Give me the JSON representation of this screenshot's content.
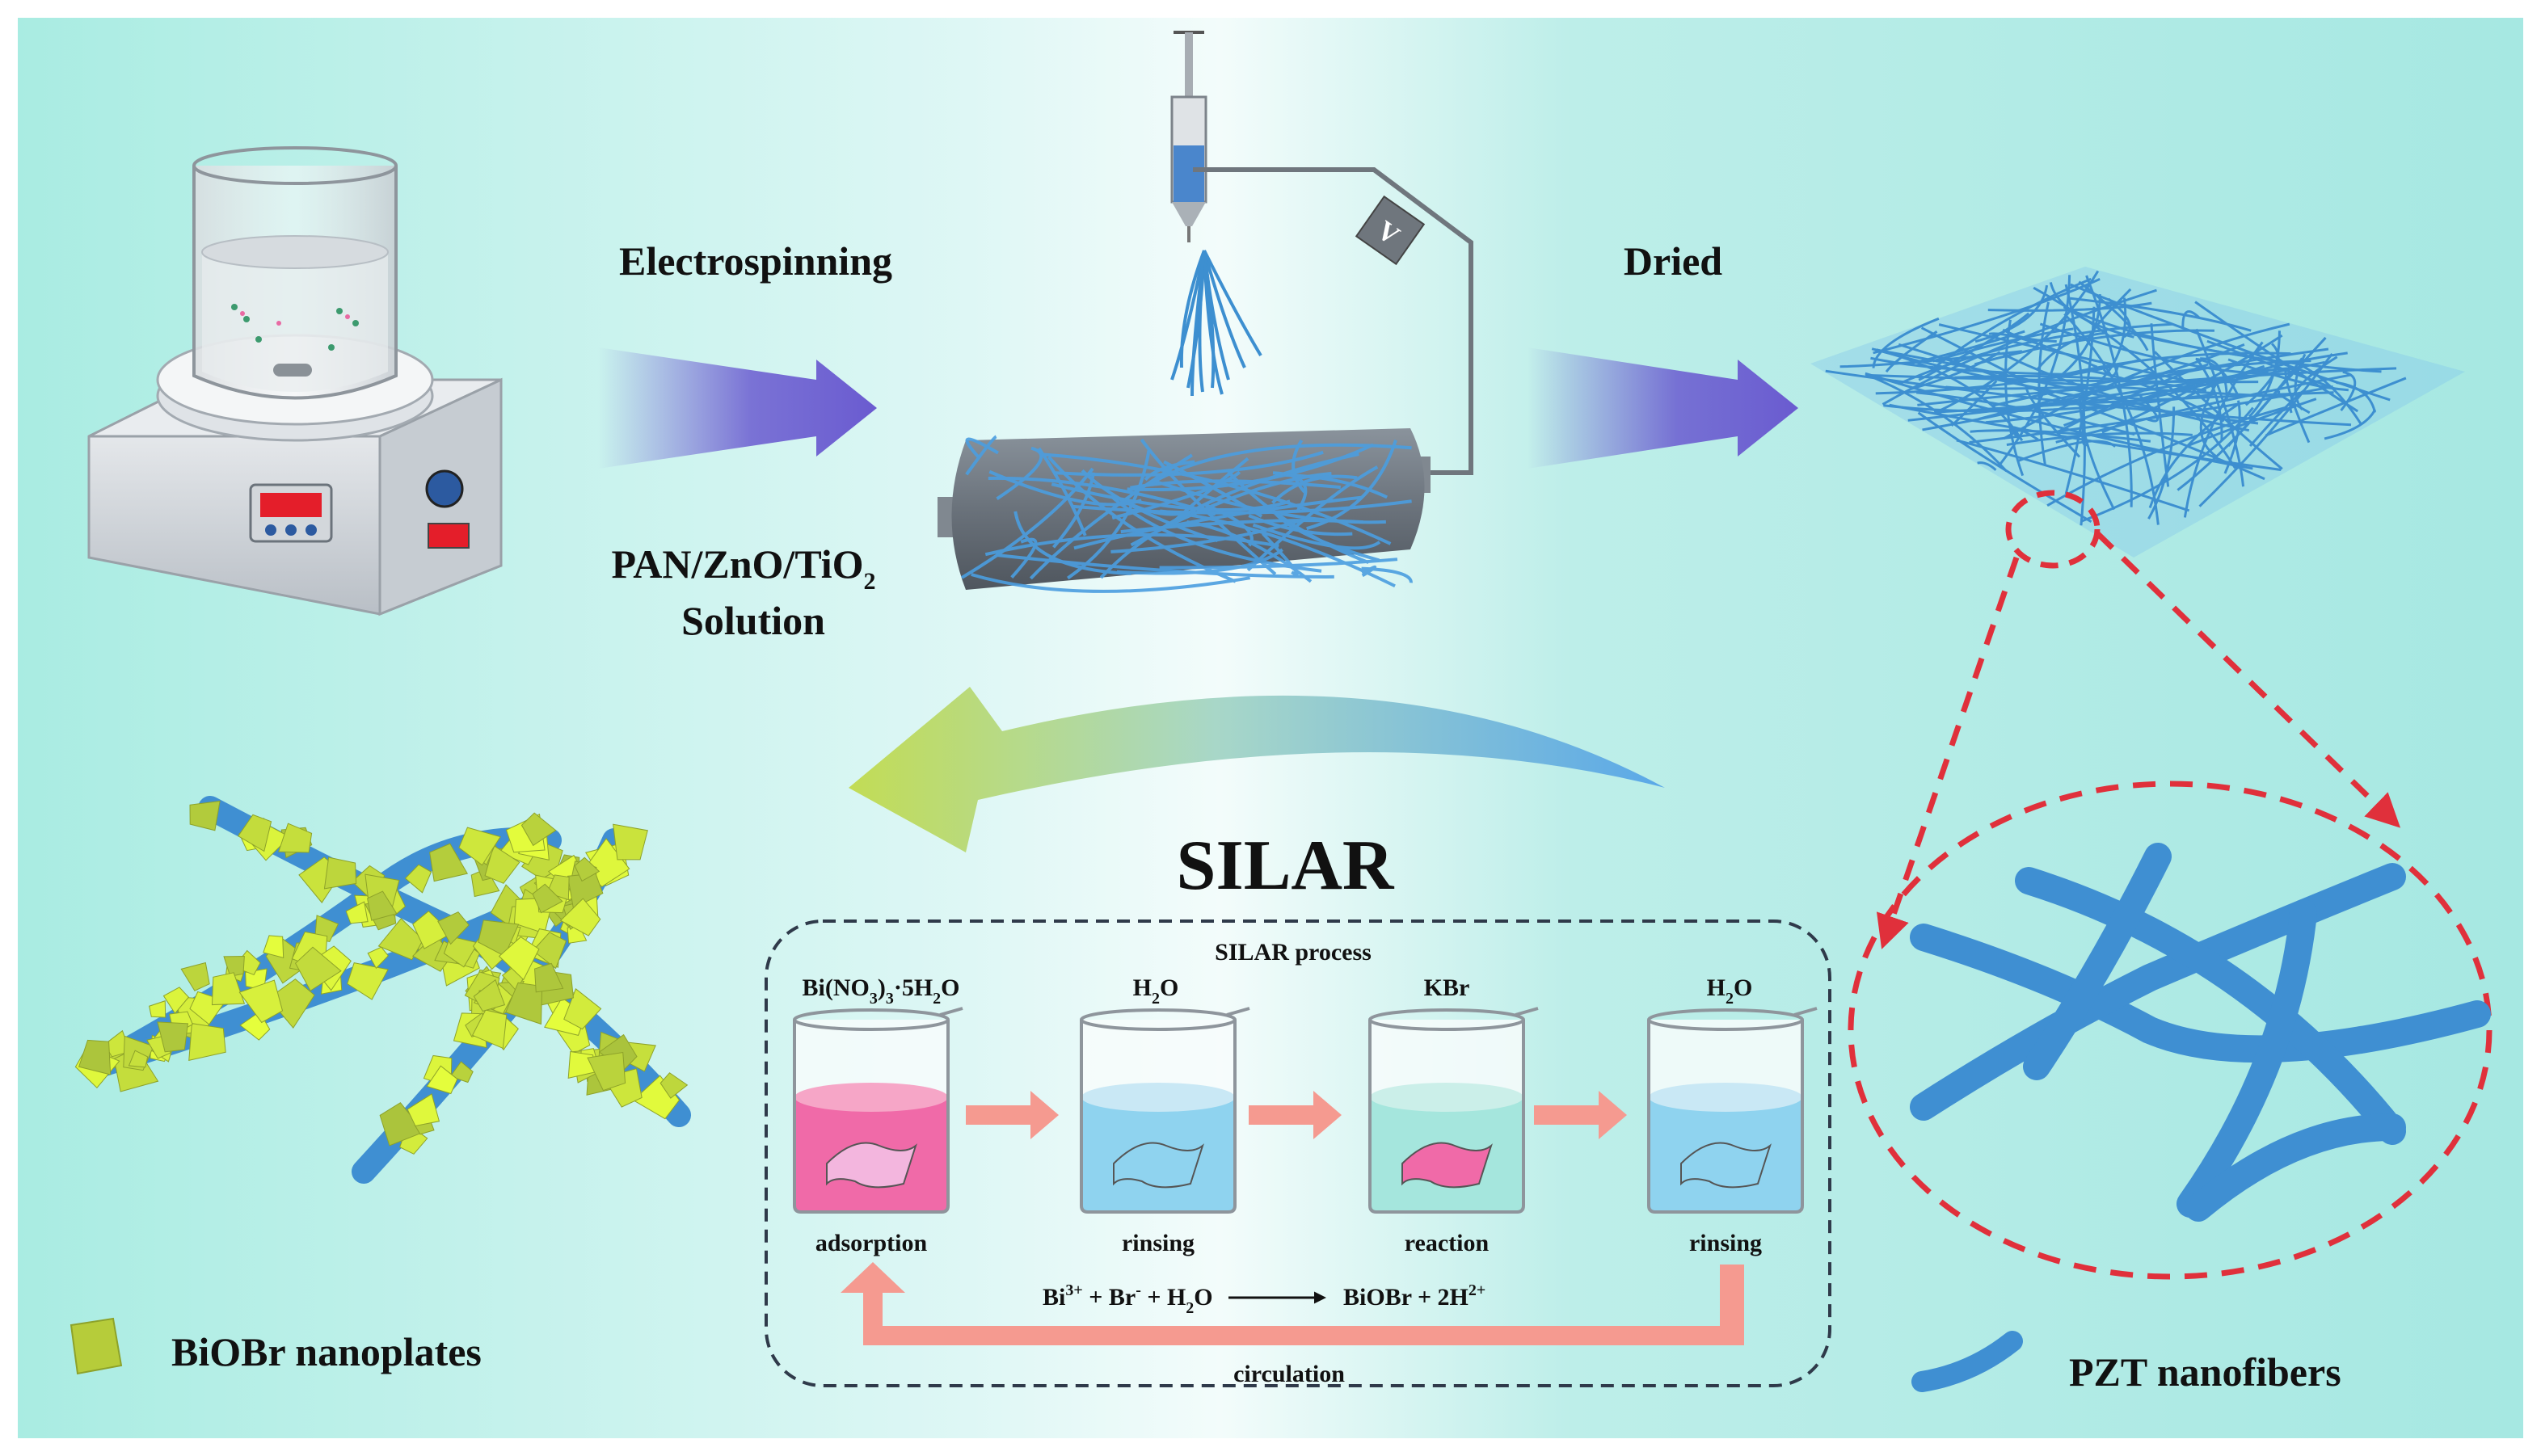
{
  "steps": {
    "electrospinning": "Electrospinning",
    "dried": "Dried",
    "solution_line1_main": "PAN/ZnO/TiO",
    "solution_line1_sub": "2",
    "solution_line2": "Solution",
    "voltage_symbol": "V"
  },
  "silar": {
    "title": "SILAR",
    "process_title": "SILAR process",
    "beakers": [
      {
        "label_html": "Bi(NO3)3·5H2O",
        "caption": "adsorption"
      },
      {
        "label_html": "H2O",
        "caption": "rinsing"
      },
      {
        "label_html": "KBr",
        "caption": "reaction"
      },
      {
        "label_html": "H2O",
        "caption": "rinsing"
      }
    ],
    "chem": {
      "bi": "Bi",
      "bi_charge": "3+",
      "plus1": " + Br",
      "br_charge": "-",
      "plus2": " + H",
      "h_sub": "2",
      "o": "O",
      "product": "BiOBr + 2H",
      "h_charge": "2+"
    },
    "loop_label": "circulation"
  },
  "legend": {
    "biobr": "BiOBr nanoplates",
    "pzt": "PZT nanofibers"
  },
  "colors": {
    "background_left": "#a8ebe3",
    "background_right": "#a6e9e4",
    "arrow_purple": "#6a5bd0",
    "fiber_blue": "#3d8fd0",
    "plate_green": "#b6cc3a",
    "flow_arrow": "#f59a90",
    "zoom_red": "#e0303b",
    "pink_solution": "#f06aa8",
    "blue_solution": "#8fd3ef",
    "teal_solution": "#a5e6dd"
  }
}
